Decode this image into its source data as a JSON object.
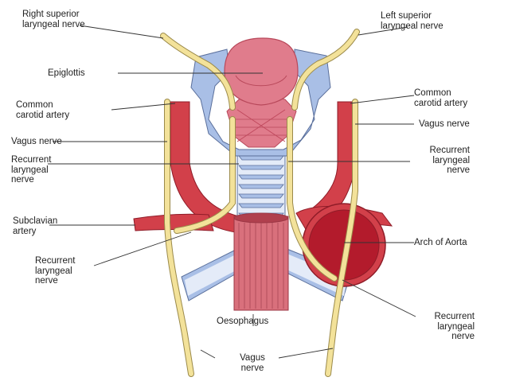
{
  "diagram": {
    "labels": {
      "right_superior_laryngeal_nerve": "Right superior\nlaryngeal nerve",
      "left_superior_laryngeal_nerve": "Left superior\nlaryngeal nerve",
      "epiglottis": "Epiglottis",
      "common_carotid_left_side": "Common\ncarotid artery",
      "common_carotid_right_side": "Common\ncarotid artery",
      "vagus_nerve_left_side": "Vagus nerve",
      "vagus_nerve_right_side": "Vagus nerve",
      "recurrent_laryngeal_upper_left": "Recurrent\nlaryngeal\nnerve",
      "recurrent_laryngeal_upper_right": "Recurrent\nlaryngeal\nnerve",
      "subclavian_artery": "Subclavian\nartery",
      "recurrent_laryngeal_lower_left": "Recurrent\nlaryngeal\nnerve",
      "arch_of_aorta": "Arch of Aorta",
      "oesophagus": "Oesophagus",
      "recurrent_laryngeal_lower_right": "Recurrent\nlaryngeal\nnerve",
      "vagus_nerve_bottom": "Vagus\nnerve"
    },
    "colors": {
      "artery": "#d2404a",
      "artery_dark": "#b31b2c",
      "nerve": "#f3e29a",
      "nerve_outline": "#9b8a4a",
      "cartilage": "#a9bfe6",
      "trachea": "#e4ebf8",
      "larynx_pink": "#e07c8c",
      "oesophagus": "#d9707c",
      "leader": "#333333"
    }
  }
}
